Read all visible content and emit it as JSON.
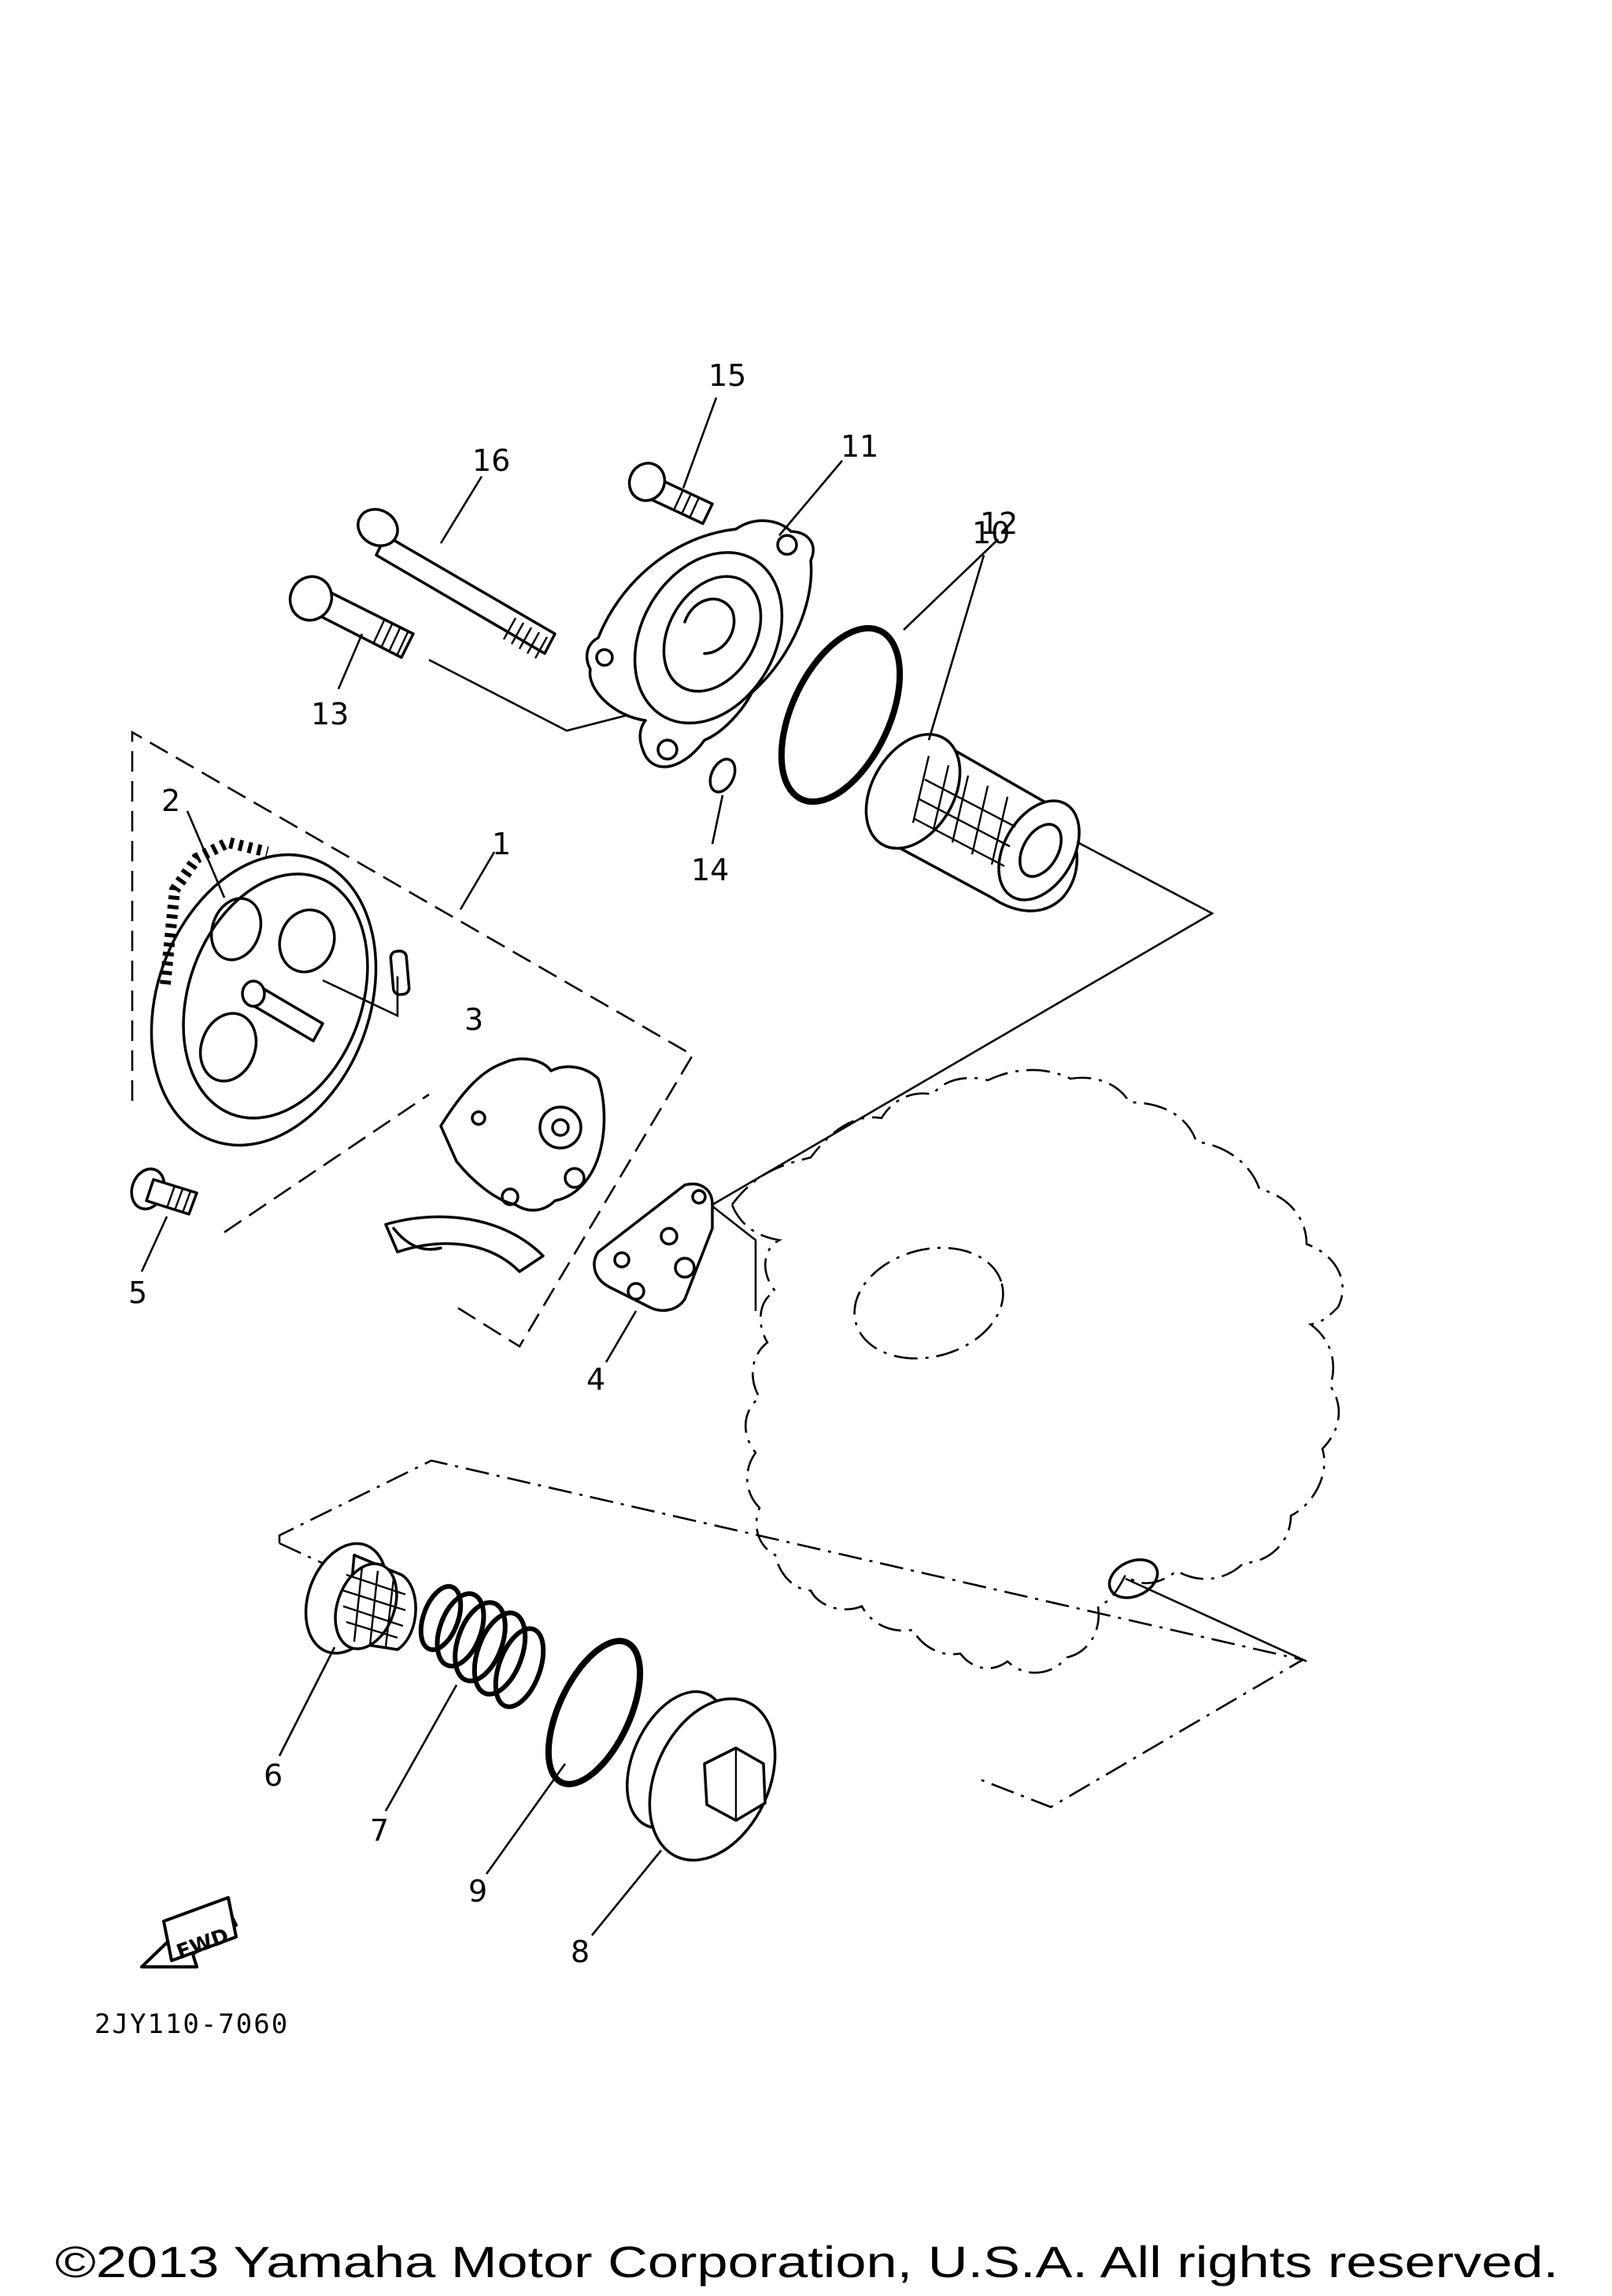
{
  "callouts": [
    "1",
    "2",
    "3",
    "4",
    "5",
    "6",
    "7",
    "8",
    "9",
    "10",
    "11",
    "12",
    "13",
    "14",
    "15",
    "16"
  ],
  "fwd_label": "FWD",
  "diagram_code": "2JY110-7060",
  "copyright": "©2013 Yamaha Motor Corporation, U.S.A. All rights reserved."
}
